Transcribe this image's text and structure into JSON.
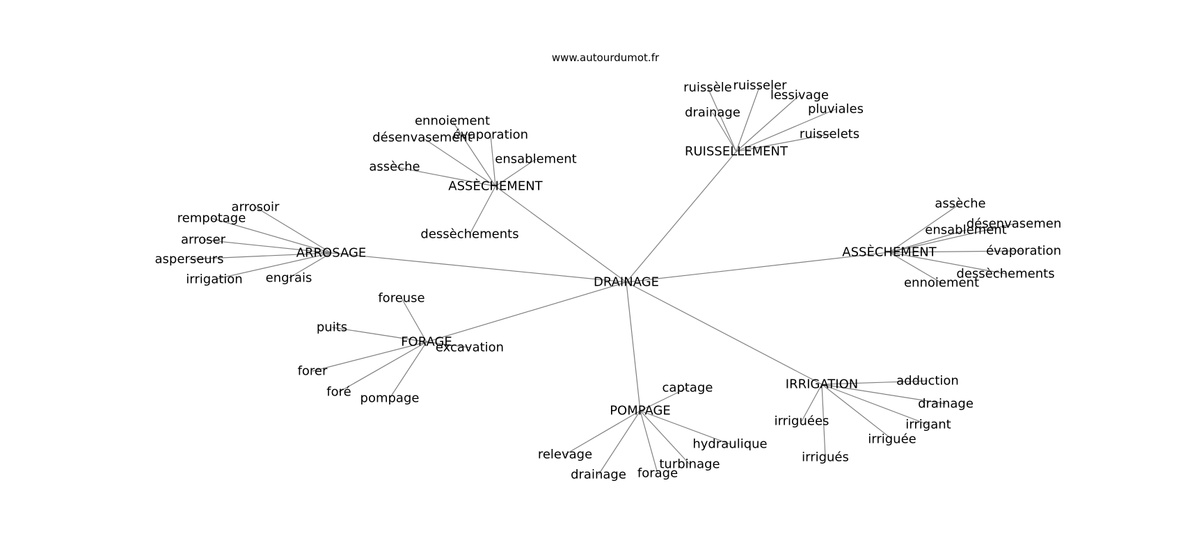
{
  "site": "www.autourdumot.fr",
  "center": "DRAINAGE",
  "groups": [
    {
      "id": "asseche-top",
      "name": "ASSÈCHEMENT",
      "words": [
        "ennoiement",
        "désenvasement",
        "évaporation",
        "assèche",
        "ensablement",
        "dessèchements"
      ]
    },
    {
      "id": "ruissellement",
      "name": "RUISSELLEMENT",
      "words": [
        "ruissèle",
        "ruisseler",
        "lessivage",
        "drainage",
        "pluviales",
        "ruisselets"
      ]
    },
    {
      "id": "arrosage",
      "name": "ARROSAGE",
      "words": [
        "arrosoir",
        "rempotage",
        "arroser",
        "asperseurs",
        "irrigation",
        "engrais"
      ]
    },
    {
      "id": "asseche-right",
      "name": "ASSÈCHEMENT",
      "words": [
        "assèche",
        "désenvasemen",
        "ensablement",
        "évaporation",
        "dessèchements",
        "ennoiement"
      ]
    },
    {
      "id": "forage",
      "name": "FORAGE",
      "words": [
        "foreuse",
        "puits",
        "excavation",
        "forer",
        "foré",
        "pompage"
      ]
    },
    {
      "id": "irrigation",
      "name": "IRRIGATION",
      "words": [
        "adduction",
        "drainage",
        "irriguées",
        "irrigant",
        "irriguée",
        "irrigués"
      ]
    },
    {
      "id": "pompage",
      "name": "POMPAGE",
      "words": [
        "captage",
        "hydraulique",
        "relevage",
        "drainage",
        "turbinage",
        "forage"
      ]
    }
  ]
}
